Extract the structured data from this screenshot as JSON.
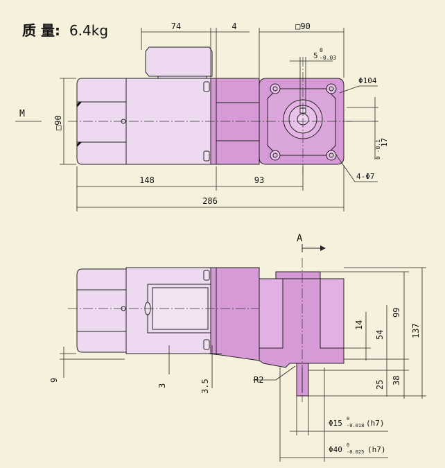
{
  "weight": {
    "label": "质 量:",
    "value": "6.4kg"
  },
  "top_view": {
    "dim_74": "74",
    "dim_4": "4",
    "dim_sq90_top": "□90",
    "dim_keyway": "5",
    "dim_keyway_tol_upper": "0",
    "dim_keyway_tol_lower": "-0.03",
    "dim_phi104": "Φ104",
    "dim_M": "M",
    "dim_sq90_side": "□90",
    "dim_17": "17",
    "dim_17_tol": "0 -0.1",
    "dim_4phi7": "4-Φ7",
    "dim_148": "148",
    "dim_93": "93",
    "dim_286": "286"
  },
  "side_view": {
    "label_A": "A",
    "dim_9": "9",
    "dim_3": "3",
    "dim_3_5": "3.5",
    "dim_R2": "R2",
    "dim_14": "14",
    "dim_54": "54",
    "dim_99": "99",
    "dim_137": "137",
    "dim_25": "25",
    "dim_38": "38",
    "dim_phi15": "Φ15",
    "dim_phi15_tol_upper": "0",
    "dim_phi15_tol_lower": "-0.018",
    "dim_phi15_fit": "(h7)",
    "dim_phi40": "Φ40",
    "dim_phi40_tol_upper": "0",
    "dim_phi40_tol_lower": "-0.025",
    "dim_phi40_fit": "(h7)"
  },
  "colors": {
    "background": "#f6f1dc",
    "motor_fill": "#eedaf0",
    "gearbox_fill": "#d69ad6",
    "line": "#222222"
  }
}
